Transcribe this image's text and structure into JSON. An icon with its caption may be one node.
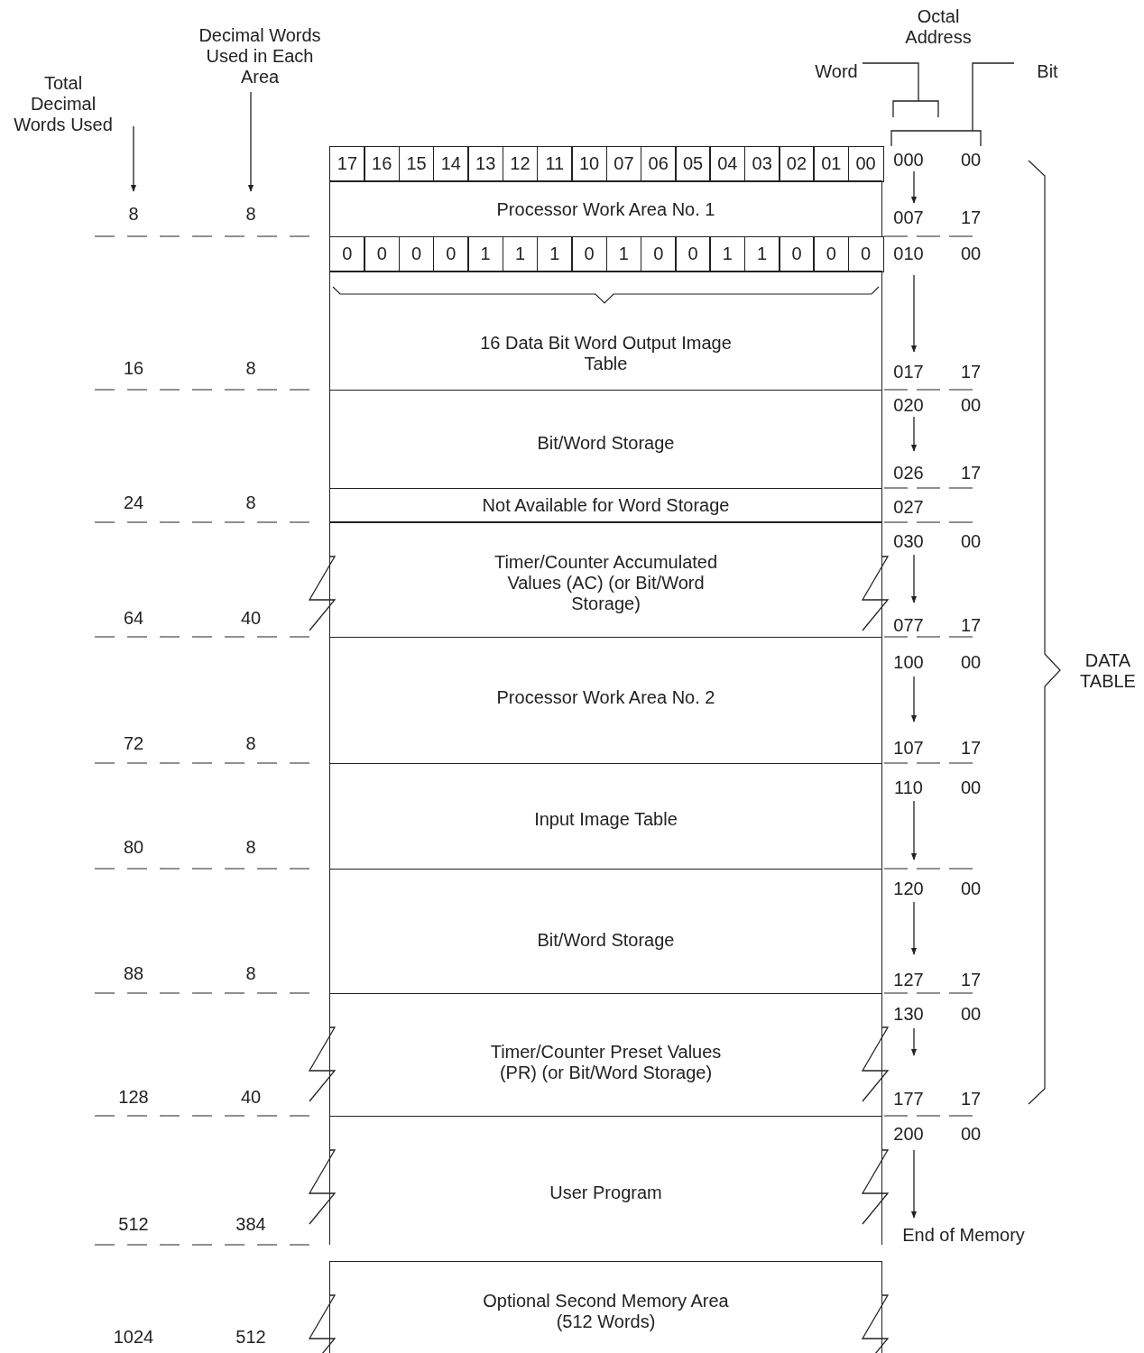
{
  "diagram": {
    "nodes": [
      {
        "text": [
          "Processor Work Area No. 1"
        ]
      },
      {
        "text": [
          "16 Data Bit Word Output Image Table"
        ]
      },
      {
        "text": [
          "Bit/Word Storage"
        ]
      },
      {
        "text": [
          "Not Available for Word Storage"
        ]
      },
      {
        "text": [
          "Timer/Counter Accumulated Values (AC) (or Bit/Word Storage)"
        ]
      },
      {
        "text": [
          "Processor Work Area No. 2"
        ]
      },
      {
        "text": [
          "Input Image Table"
        ]
      },
      {
        "text": [
          "Bit/Word Storage"
        ]
      },
      {
        "text": [
          "Timer/Counter Preset Values (PR) (or Bit/Word Storage)"
        ]
      },
      {
        "text": [
          "User Program"
        ]
      },
      {
        "text": [
          "Optional Second Memory Area (512 Words)"
        ]
      },
      {
        "text": [
          "Word"
        ]
      },
      {
        "text": [
          "Bit"
        ]
      },
      {
        "text": [],
        "shape": "bracket"
      },
      {
        "text": [],
        "shape": "bracket"
      }
    ],
    "edges": [
      {
        "from": 11,
        "to": 13,
        "arrow": "none"
      },
      {
        "from": 12,
        "to": 14,
        "arrow": "none"
      }
    ],
    "labels": [
      "Octal Address",
      "Decimal Words Used in Each Area",
      "Total Decimal Words Used",
      "17",
      "16",
      "15",
      "14",
      "13",
      "12",
      "11",
      "10",
      "07",
      "06",
      "05",
      "04",
      "03",
      "02",
      "01",
      "00",
      "000",
      "00",
      "8",
      "8",
      "007",
      "17",
      "0",
      "0",
      "0",
      "0",
      "1",
      "1",
      "1",
      "0",
      "1",
      "0",
      "0",
      "1",
      "1",
      "0",
      "0",
      "0",
      "010",
      "00",
      "16",
      "8",
      "017",
      "17",
      "020",
      "00",
      "026",
      "17",
      "24",
      "8",
      "027",
      "030",
      "00",
      "64",
      "40",
      "077",
      "17",
      "100",
      "00",
      "72",
      "8",
      "107",
      "17",
      "110",
      "00",
      "80",
      "8",
      "120",
      "00",
      "88",
      "8",
      "127",
      "17",
      "130",
      "00",
      "128",
      "40",
      "177",
      "17",
      "200",
      "00",
      "512",
      "384",
      "End of Memory",
      "1024",
      "512",
      "DATA TABLE"
    ]
  }
}
